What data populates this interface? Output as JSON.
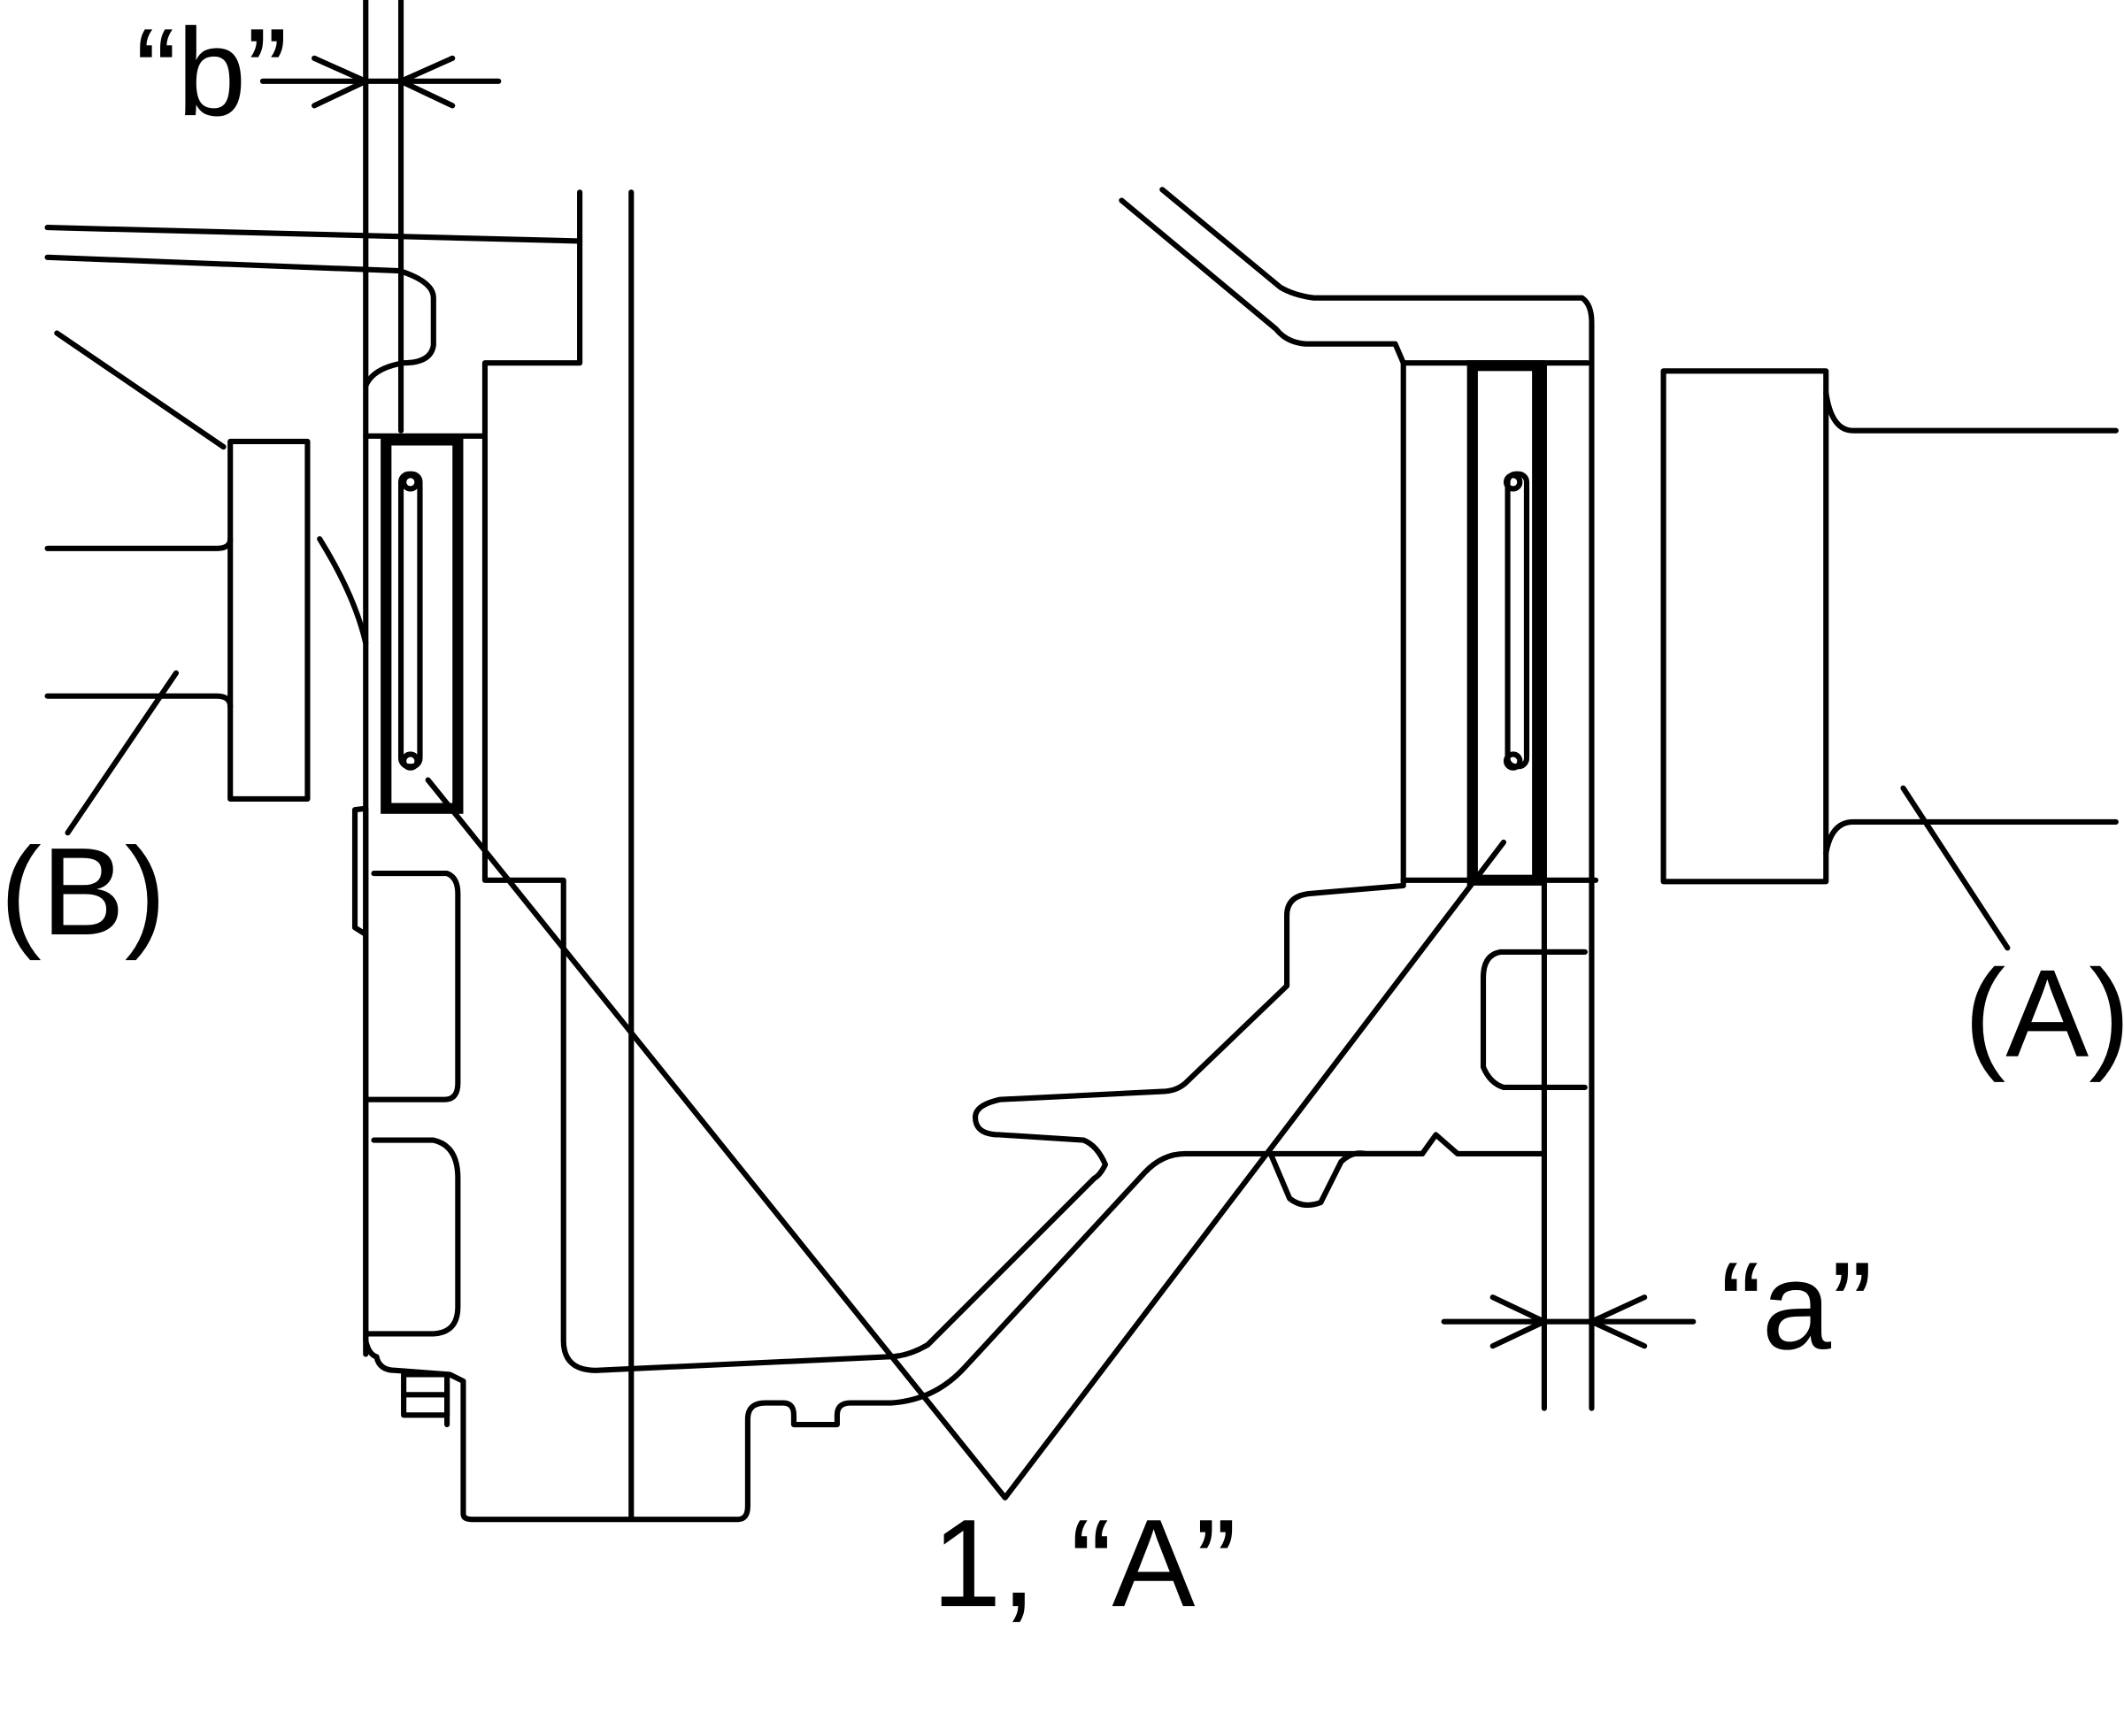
{
  "labels": {
    "dim_b": "“b”",
    "dim_a": "“a”",
    "part_b": "(B)",
    "part_a": "(A)",
    "item_1": "1, “A”"
  },
  "colors": {
    "stroke": "#000000",
    "background": "#ffffff"
  }
}
